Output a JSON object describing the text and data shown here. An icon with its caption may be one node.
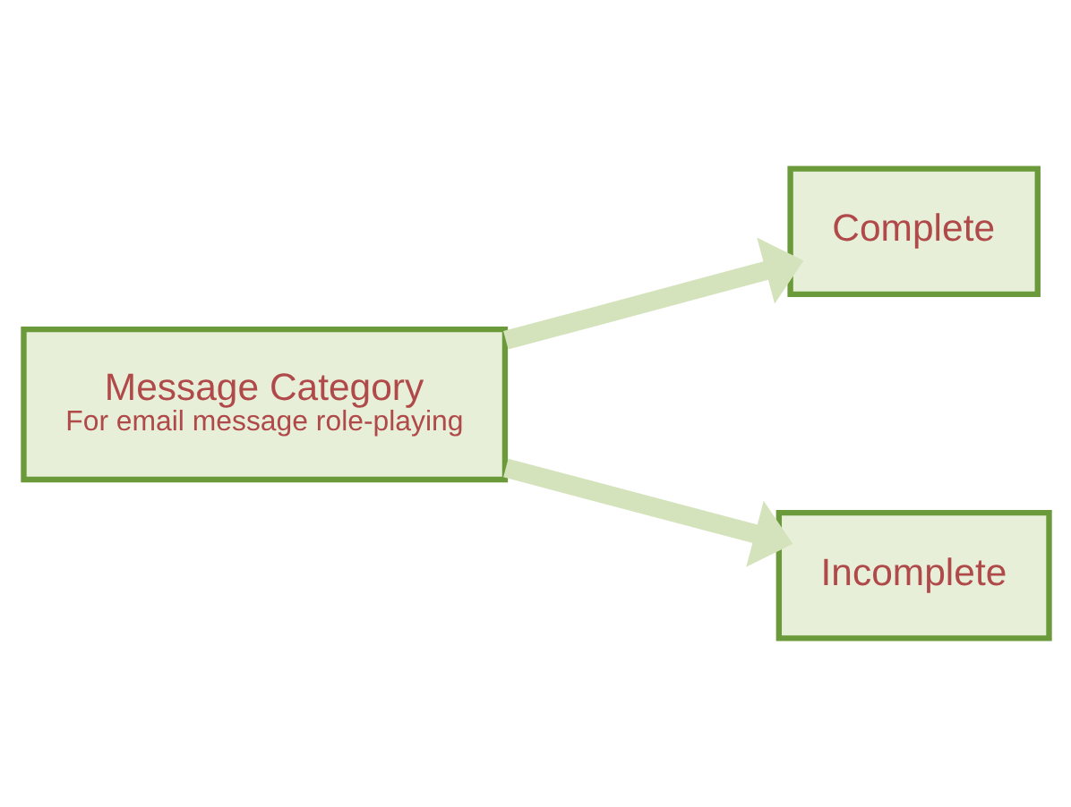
{
  "diagram": {
    "nodes": [
      {
        "text": [
          "Message Category",
          "For email message role-playing"
        ]
      },
      {
        "text": [
          "Complete"
        ]
      },
      {
        "text": [
          "Incomplete"
        ]
      }
    ],
    "edges": [
      {
        "from": 0,
        "to": 1,
        "arrow": "to"
      },
      {
        "from": 0,
        "to": 2,
        "arrow": "to"
      }
    ]
  }
}
